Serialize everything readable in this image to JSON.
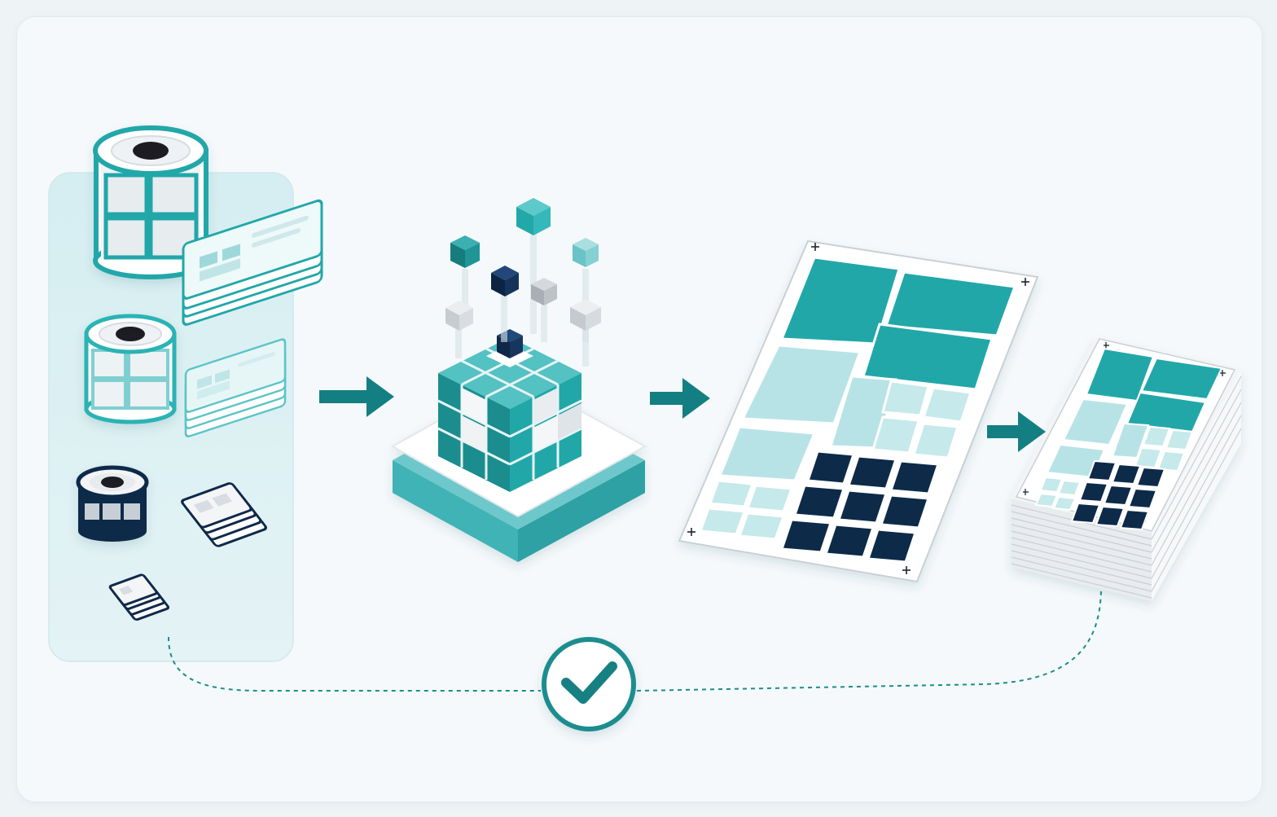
{
  "diagram": {
    "stages": [
      {
        "id": "stage-label-inputs",
        "icon": "label-roll-icon"
      },
      {
        "id": "stage-imposition-engine",
        "icon": "cube-assembly-icon"
      },
      {
        "id": "stage-imposed-sheet",
        "icon": "print-sheet-icon"
      },
      {
        "id": "stage-printed-stack",
        "icon": "sheet-stack-icon"
      }
    ],
    "connectors": [
      "arrow-right-icon",
      "arrow-right-icon",
      "arrow-right-icon"
    ],
    "verification": {
      "icon": "check-circle-icon"
    }
  },
  "colors": {
    "teal": "#22a7a9",
    "teal_dark": "#13807f",
    "teal_light": "#b8e3e6",
    "navy": "#10294a",
    "gray": "#c9ced3",
    "panel": "#dcf0f3",
    "background": "#f5f9fb"
  }
}
